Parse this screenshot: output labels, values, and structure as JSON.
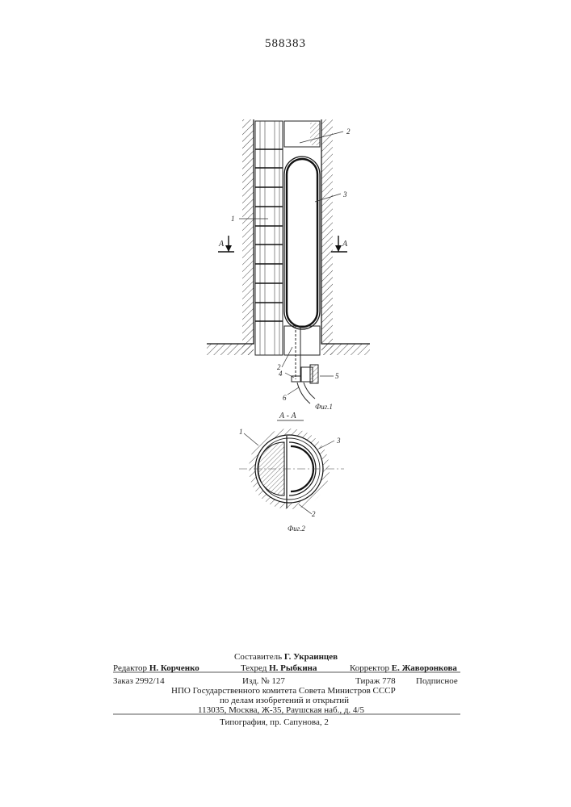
{
  "document": {
    "patent_number": "588383"
  },
  "figure1": {
    "labels": {
      "l1": "1",
      "l2_top": "2",
      "l2_bottom": "2",
      "l3": "3",
      "l4": "4",
      "l5": "5",
      "l6": "6",
      "section_left": "A",
      "section_right": "A"
    },
    "caption": "Фиг.1"
  },
  "figure2": {
    "section_title": "А - А",
    "labels": {
      "l1": "1",
      "l2": "2",
      "l3": "3"
    },
    "caption": "Фиг.2"
  },
  "imprint": {
    "compiler_label": "Составитель",
    "compiler_name": "Г. Украинцев",
    "editor_label": "Редактор",
    "editor_name": "Н. Корченко",
    "techred_label": "Техред",
    "techred_name": "Н. Рыбкина",
    "corrector_label": "Корректор",
    "corrector_name": "Е. Жаворонкова",
    "order": "Заказ 2992/14",
    "edition": "Изд. № 127",
    "print_run": "Тираж 778",
    "subscription": "Подписное",
    "org_line1": "НПО Государственного комитета Совета Министров СССР",
    "org_line2": "по делам изобретений и открытий",
    "org_address": "113035, Москва, Ж-35, Раушская наб., д. 4/5",
    "printer": "Типография, пр. Сапунова, 2"
  }
}
